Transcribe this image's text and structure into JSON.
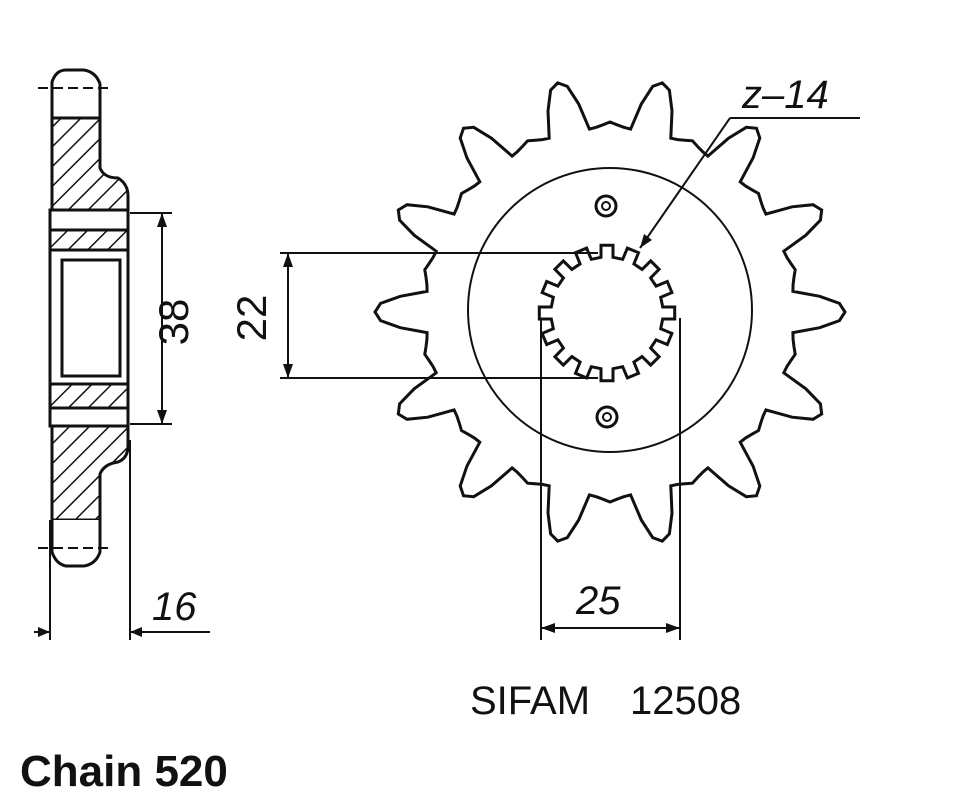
{
  "labels": {
    "teeth": "z–14",
    "bore_width": "22",
    "hub_diameter": "38",
    "thickness": "16",
    "spline_width": "25",
    "brand": "SIFAM",
    "part_number": "12508",
    "chain": "Chain 520"
  },
  "sprocket": {
    "teeth_count": 14
  },
  "colors": {
    "ink": "#111111",
    "paper": "#ffffff"
  }
}
